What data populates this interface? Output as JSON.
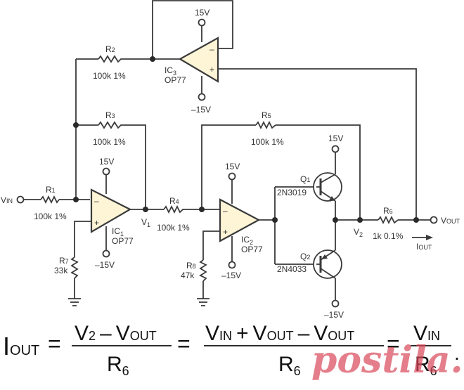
{
  "title": "Precision voltage-to-current converter",
  "components": {
    "R1": {
      "name": "R",
      "sub": "1",
      "value": "100k 1%"
    },
    "R2": {
      "name": "R",
      "sub": "2",
      "value": "100k 1%"
    },
    "R3": {
      "name": "R",
      "sub": "3",
      "value": "100k 1%"
    },
    "R4": {
      "name": "R",
      "sub": "4",
      "value": "100k 1%"
    },
    "R5": {
      "name": "R",
      "sub": "5",
      "value": "100k 1%"
    },
    "R6": {
      "name": "R",
      "sub": "6",
      "value": "1k 0.1%"
    },
    "R7": {
      "name": "R",
      "sub": "7",
      "value": "33k"
    },
    "R8": {
      "name": "R",
      "sub": "8",
      "value": "47k"
    },
    "IC1": {
      "name": "IC",
      "sub": "1",
      "part": "OP77"
    },
    "IC2": {
      "name": "IC",
      "sub": "2",
      "part": "OP77"
    },
    "IC3": {
      "name": "IC",
      "sub": "3",
      "part": "OP77"
    },
    "Q1": {
      "name": "Q",
      "sub": "1",
      "part": "2N3019"
    },
    "Q2": {
      "name": "Q",
      "sub": "2",
      "part": "2N4033"
    }
  },
  "supplies": {
    "pos": "15V",
    "neg": "–15V"
  },
  "nodes": {
    "vin": {
      "main": "V",
      "sub": "IN"
    },
    "v1": {
      "main": "V",
      "sub": "1"
    },
    "v2": {
      "main": "V",
      "sub": "2"
    },
    "vout": {
      "main": "V",
      "sub": "OUT"
    },
    "iout": {
      "main": "I",
      "sub": "OUT"
    }
  },
  "opamp_signs": {
    "minus": "–",
    "plus": "+"
  },
  "equation": {
    "lhs": {
      "main": "I",
      "sub": "OUT"
    },
    "eq": "=",
    "frac1": {
      "num_a": "V",
      "num_a_sub": "2",
      "op": "–",
      "num_b": "V",
      "num_b_sub": "OUT",
      "den": "R",
      "den_sub": "6"
    },
    "frac2": {
      "num_a": "V",
      "num_a_sub": "IN",
      "op1": "+",
      "num_b": "V",
      "num_b_sub": "OUT",
      "op2": "–",
      "num_c": "V",
      "num_c_sub": "OUT",
      "den": "R",
      "den_sub": "6"
    },
    "frac3": {
      "num": "V",
      "num_sub": "IN",
      "den": "R",
      "den_sub": "6"
    },
    "end": "."
  },
  "watermark": "postila.ru",
  "colors": {
    "opamp_fill": "#fdf5d6",
    "wire": "#3a3a3a",
    "watermark": "#d9485a"
  }
}
